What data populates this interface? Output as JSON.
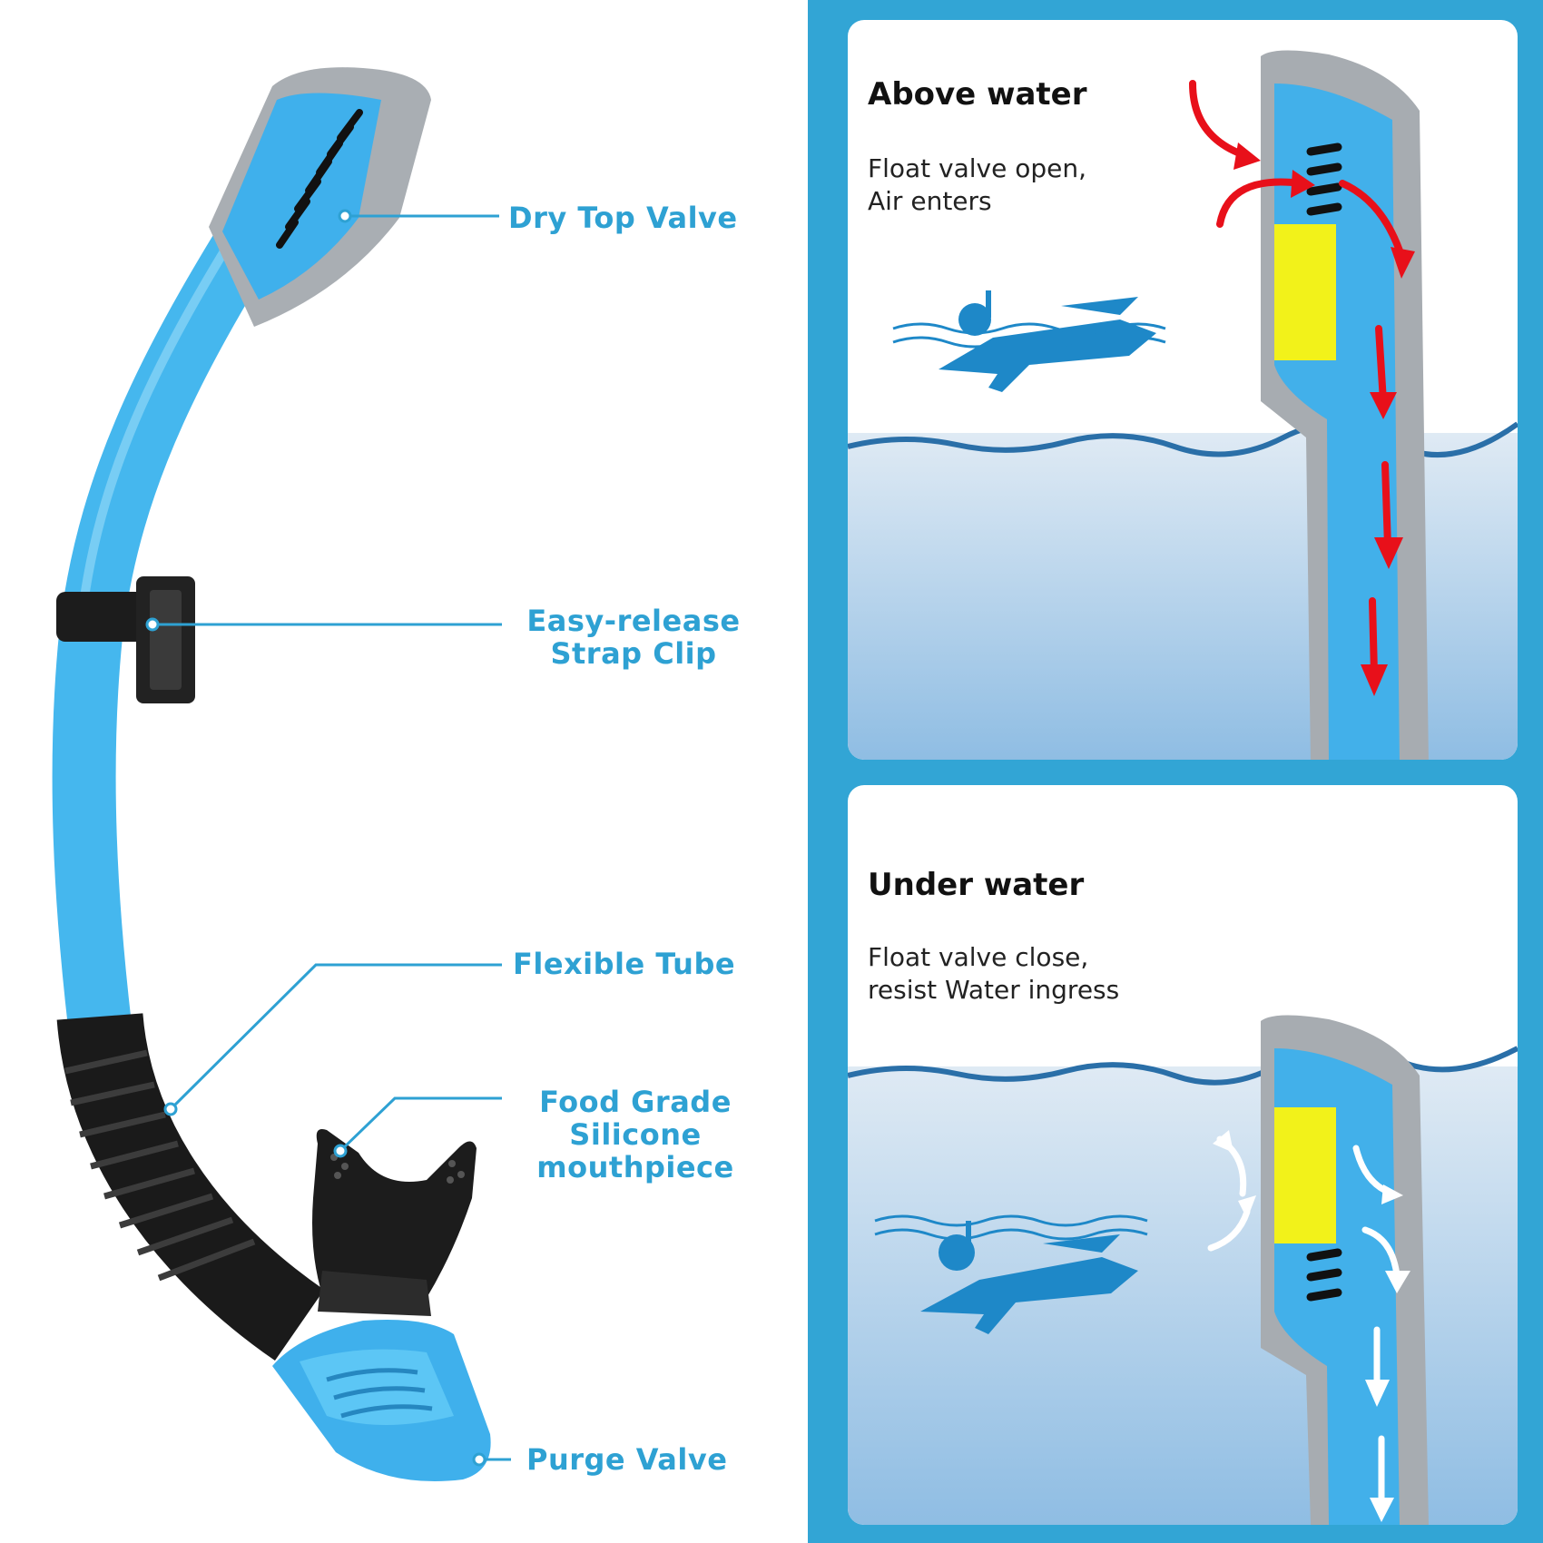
{
  "callouts": {
    "dry_top_valve": "Dry Top Valve",
    "strap_clip_line1": "Easy-release",
    "strap_clip_line2": "Strap Clip",
    "flexible_tube": "Flexible Tube",
    "mouthpiece_line1": "Food Grade",
    "mouthpiece_line2": "Silicone",
    "mouthpiece_line3": "mouthpiece",
    "purge_valve": "Purge Valve"
  },
  "panels": {
    "above": {
      "title": "Above water",
      "desc_line1": "Float valve open,",
      "desc_line2": "Air enters"
    },
    "under": {
      "title": "Under water",
      "desc_line1": "Float valve close,",
      "desc_line2": "resist Water ingress"
    }
  },
  "colors": {
    "brand_blue": "#2ea1d3",
    "tube_blue": "#45b7ee",
    "panel_frame": "#32a5d5",
    "float_yellow": "#f2f21a",
    "airflow_red": "#e8101a"
  },
  "icons": [
    "snorkeler-icon",
    "airflow-arrow-icon",
    "float-valve-icon"
  ]
}
